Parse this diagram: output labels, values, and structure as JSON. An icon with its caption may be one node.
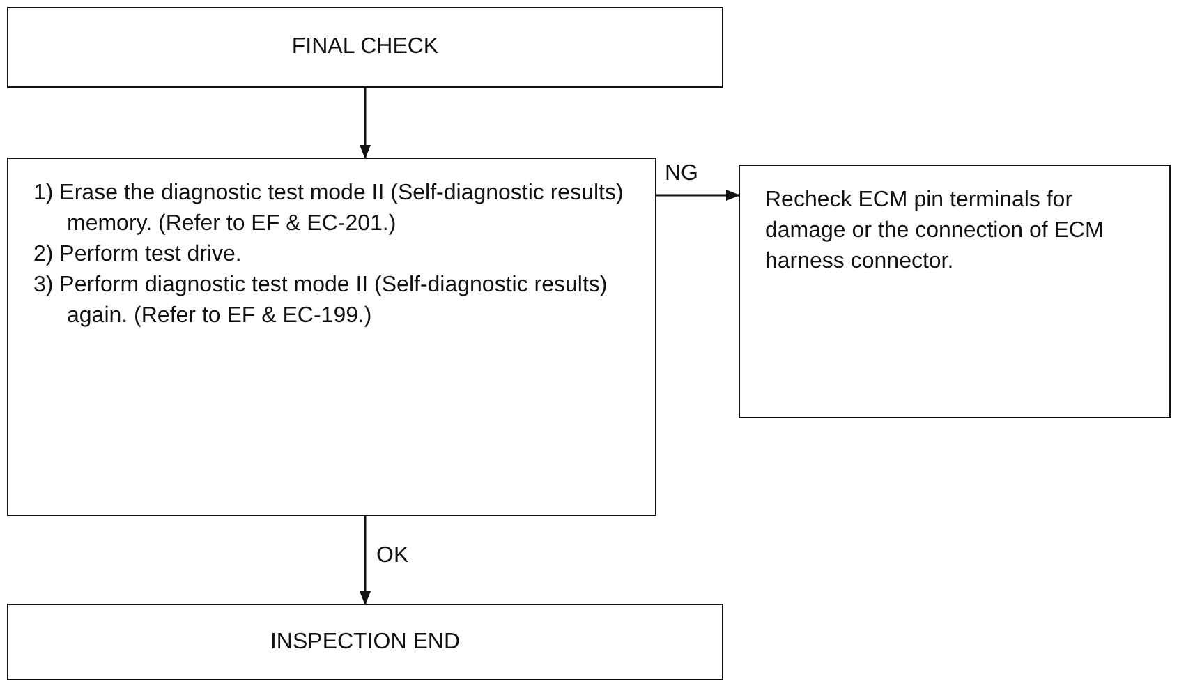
{
  "diagram": {
    "nodes": [
      {
        "text": [
          "FINAL CHECK"
        ]
      },
      {
        "text": [
          "1) Erase the diagnostic test mode II (Self-diagnostic results) memory. (Refer to EF & EC-201.)",
          "2) Perform test drive.",
          "3) Perform diagnostic test mode II (Self-diagnostic results) again. (Refer to EF & EC-199.)"
        ]
      },
      {
        "text": [
          "Recheck ECM pin terminals for damage or the connection of ECM harness connector."
        ]
      },
      {
        "text": [
          "INSPECTION END"
        ]
      }
    ],
    "edges": [
      {
        "from": 0,
        "to": 1,
        "arrow": "to"
      },
      {
        "from": 1,
        "to": 2,
        "arrow": "to",
        "label": "NG"
      },
      {
        "from": 1,
        "to": 3,
        "arrow": "to",
        "label": "OK"
      }
    ]
  }
}
